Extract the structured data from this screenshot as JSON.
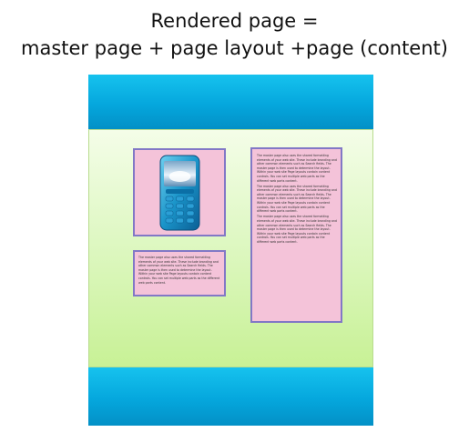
{
  "title": {
    "line1": "Rendered page =",
    "line2": "master page + page layout +page (content)"
  },
  "content": {
    "image_icon": "mobile-phone-icon",
    "small_text": "The master page also uses the shared formatting elements of your web site. These include branding and other common elements such as Search fields. The master page is then used to determine the layout. Within your web site Page layouts contain content controls. You can set multiple web parts as the different web parts content.",
    "tall_text": [
      "The master page also uses the shared formatting elements of your web site. These include branding and other common elements such as Search fields. The master page is then used to determine the layout. Within your web site Page layouts contain content controls. You can set multiple web parts as the different web parts content.",
      "The master page also uses the shared formatting elements of your web site. These include branding and other common elements such as Search fields. The master page is then used to determine the layout. Within your web site Page layouts contain content controls. You can set multiple web parts as the different web parts content.",
      "The master page also uses the shared formatting elements of your web site. These include branding and other common elements such as Search fields. The master page is then used to determine the layout. Within your web site Page layouts contain content controls. You can set multiple web parts as the different web parts content."
    ]
  },
  "colors": {
    "master_band": "#05a7dd",
    "layout_bg": "#dff8c4",
    "content_fill": "#f4c3d9",
    "content_border": "#8278c6"
  }
}
